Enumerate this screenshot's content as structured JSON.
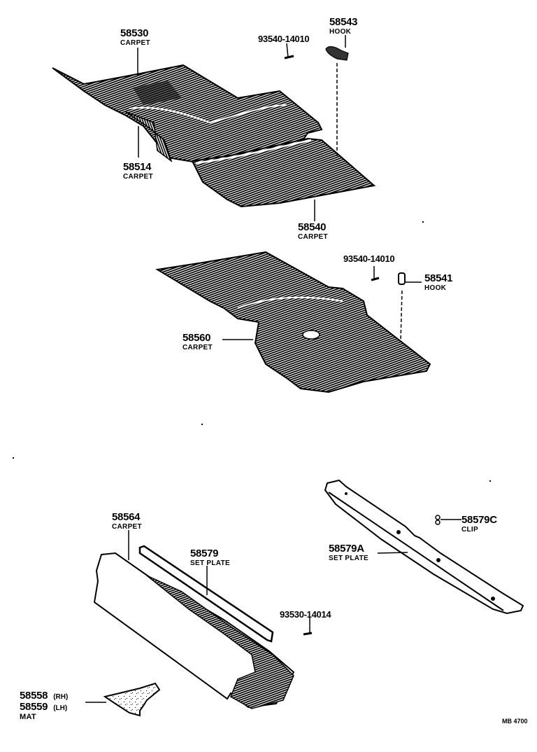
{
  "diagram": {
    "code": "MB 4700",
    "parts": [
      {
        "id": "p58530",
        "number": "58530",
        "name": "CARPET"
      },
      {
        "id": "p58514",
        "number": "58514",
        "name": "CARPET"
      },
      {
        "id": "p58540",
        "number": "58540",
        "name": "CARPET"
      },
      {
        "id": "p93540a",
        "number": "93540-14010",
        "name": ""
      },
      {
        "id": "p58543",
        "number": "58543",
        "name": "HOOK"
      },
      {
        "id": "p93540b",
        "number": "93540-14010",
        "name": ""
      },
      {
        "id": "p58541",
        "number": "58541",
        "name": "HOOK"
      },
      {
        "id": "p58560",
        "number": "58560",
        "name": "CARPET"
      },
      {
        "id": "p58564",
        "number": "58564",
        "name": "CARPET"
      },
      {
        "id": "p58579",
        "number": "58579",
        "name": "SET PLATE"
      },
      {
        "id": "p93530",
        "number": "93530-14014",
        "name": ""
      },
      {
        "id": "p58579A",
        "number": "58579A",
        "name": "SET PLATE"
      },
      {
        "id": "p58579C",
        "number": "58579C",
        "name": "CLIP"
      },
      {
        "id": "p58558",
        "number": "58558",
        "name": "",
        "side": "(RH)"
      },
      {
        "id": "p58559",
        "number": "58559",
        "name": "MAT",
        "side": "(LH)"
      }
    ]
  }
}
